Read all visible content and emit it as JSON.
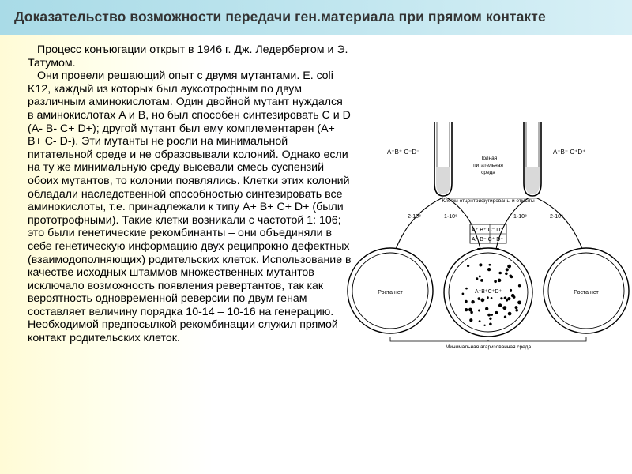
{
  "slide": {
    "title": "Доказательство возможности передачи ген.материала при прямом контакте",
    "paragraph_1": "Процесс конъюгации открыт в 1946 г. Дж. Ледербергом и Э. Татумом.",
    "paragraph_2": "Они провели решающий опыт с двумя мутантами. E. coli K12, каждый из которых был ауксотрофным по двум различным аминокислотам. Один двойной мутант нуждался в аминокислотах A и B, но был способен синтезировать C и D (A- B- C+ D+); другой мутант был ему комплементарен (A+ B+ C- D-). Эти мутанты не росли на минимальной питательной среде и не образовывали колоний. Однако если на ту же минимальную среду высевали смесь суспензий обоих мутантов, то колонии появлялись. Клетки этих колоний обладали наследственной способностью синтезировать все аминокислоты, т.е. принадлежали к типу A+ B+ C+ D+ (были прототрофными). Такие клетки возникали с частотой 1: 106; это были генетические рекомбинанты – они объединяли в себе генетическую информацию двух реципрокно дефектных (взаимодополняющих) родительских клеток. Использование в качестве исходных штаммов множественных мутантов исключало возможность появления ревертантов, так как вероятность одновременной реверсии по двум генам составляет величину порядка 10-14 – 10-16 на генерацию. Необходимой предпосылкой рекомбинации служил прямой контакт родительских клеток."
  },
  "figure": {
    "left_genotype": "A⁺B⁺ C⁻D⁻",
    "right_genotype": "A⁻B⁻ C⁺D⁺",
    "medium_line1": "Полная",
    "medium_line2": "питательная",
    "medium_line3": "среда",
    "centrifuge_label": "Клетки отцентрифугированы и отмыты",
    "count_left_outer": "2·10⁸",
    "count_left_inner": "1·10⁸",
    "count_right_inner": "1·10⁸",
    "count_right_outer": "2·10⁸",
    "mix_row1": "A⁺ B⁺ C⁻ D⁻",
    "mix_row2": "A⁻ B⁻ C⁺ D⁺",
    "no_growth_left": "Роста нет",
    "no_growth_right": "Роста нет",
    "colony_genotype": "A⁺B⁺C⁺D⁺",
    "minimal_medium": "Минимальная агаризованная среда"
  }
}
